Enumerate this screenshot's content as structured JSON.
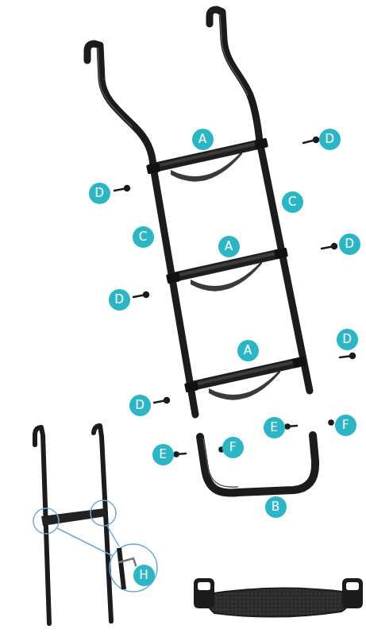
{
  "diagram": {
    "nodes": [
      {
        "text": [
          "A"
        ]
      },
      {
        "text": [
          "D"
        ]
      },
      {
        "text": [
          "D"
        ]
      },
      {
        "text": [
          "C"
        ]
      },
      {
        "text": [
          "C"
        ]
      },
      {
        "text": [
          "A"
        ]
      },
      {
        "text": [
          "D"
        ]
      },
      {
        "text": [
          "D"
        ]
      },
      {
        "text": [
          "A"
        ]
      },
      {
        "text": [
          "D"
        ]
      },
      {
        "text": [
          "D"
        ]
      },
      {
        "text": [
          "E"
        ]
      },
      {
        "text": [
          "F"
        ]
      },
      {
        "text": [
          "E"
        ]
      },
      {
        "text": [
          "F"
        ]
      },
      {
        "text": [
          "B"
        ]
      },
      {
        "text": [
          "H"
        ]
      }
    ]
  }
}
